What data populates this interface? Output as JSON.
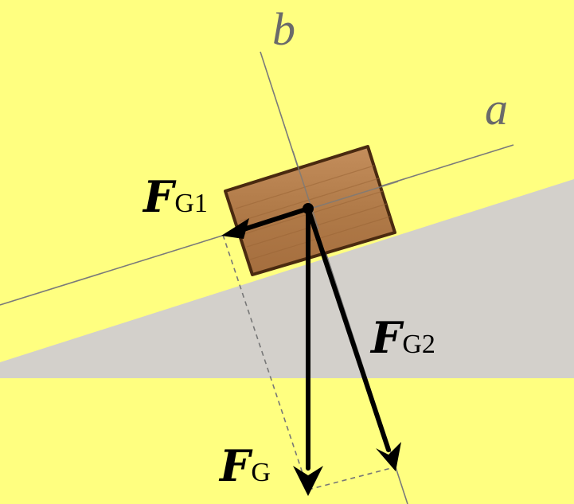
{
  "colors": {
    "background": "#ffff80",
    "incline": "#d3d0cb",
    "block_fill": "#b77f4c",
    "block_border": "#4a2a10",
    "axis_line": "#7a7a7a",
    "arrow": "#000000",
    "helper_dash": "#777777"
  },
  "labels": {
    "axis_a": "a",
    "axis_b": "b",
    "force_g": {
      "main": "F",
      "sub": "G"
    },
    "force_g1": {
      "main": "F",
      "sub": "G1"
    },
    "force_g2": {
      "main": "F",
      "sub": "G2"
    }
  }
}
